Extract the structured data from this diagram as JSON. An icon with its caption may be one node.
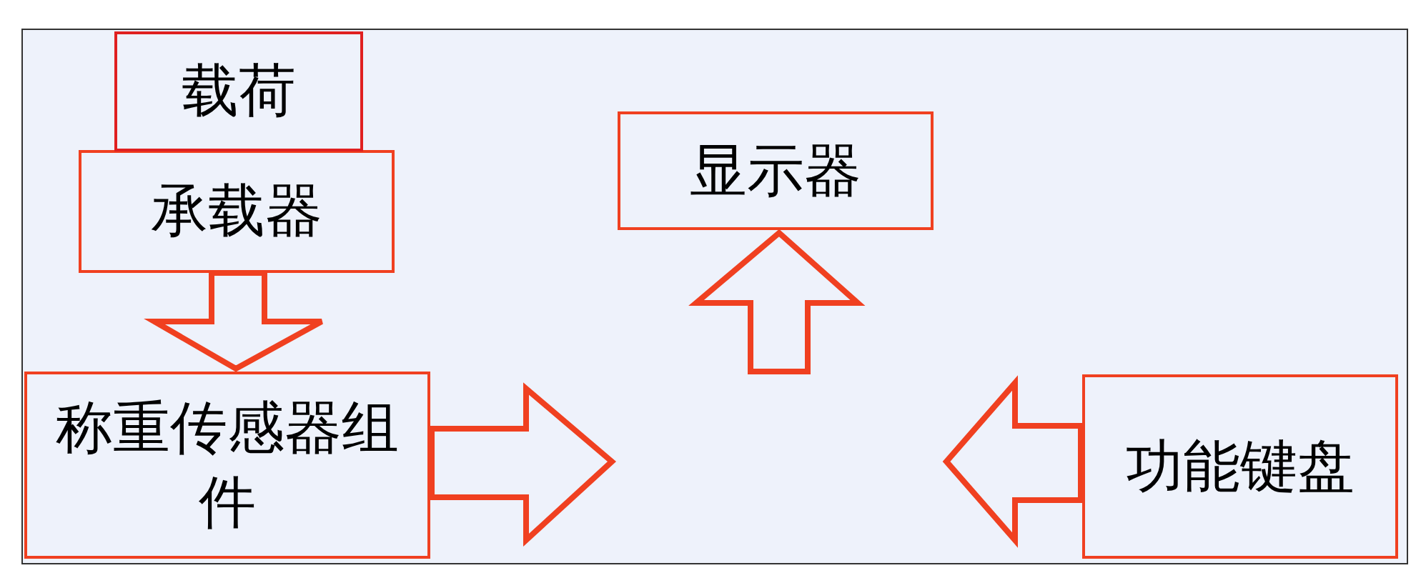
{
  "diagram": {
    "nodes": [
      {
        "text": [
          "载荷"
        ]
      },
      {
        "text": [
          "承载器"
        ]
      },
      {
        "text": [
          "显示器"
        ]
      },
      {
        "text": [
          "称重传感器组件"
        ]
      },
      {
        "text": [
          "功能键盘"
        ]
      }
    ],
    "edges": [
      {
        "from": 1,
        "to": 3,
        "arrow": "to"
      },
      {
        "from": 3,
        "to": null,
        "arrow": "to"
      },
      {
        "from": 4,
        "to": null,
        "arrow": "to"
      },
      {
        "from": null,
        "to": 2,
        "arrow": "to"
      }
    ]
  }
}
